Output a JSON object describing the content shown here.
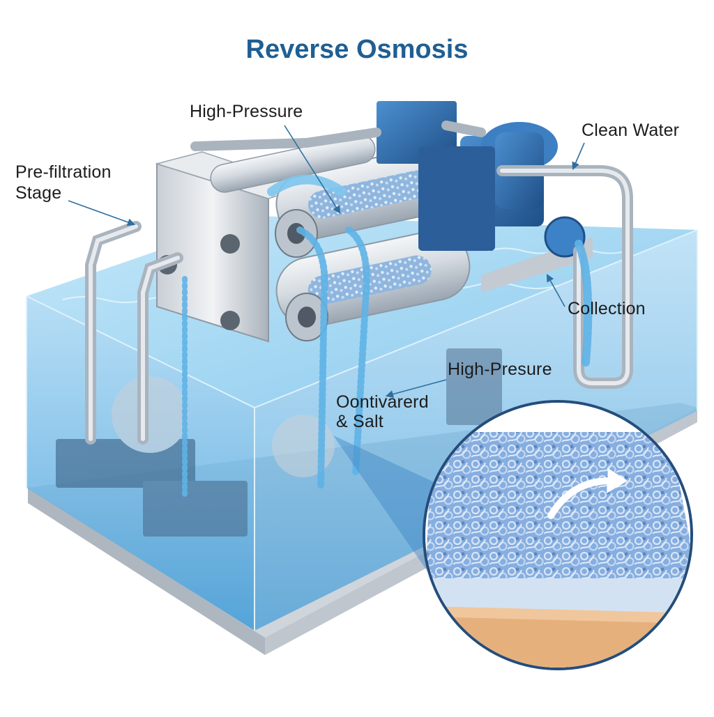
{
  "title": "Reverse Osmosis",
  "labels": {
    "high_pressure_top": "High-Pressure",
    "pre_filtration_line1": "Pre-filtration",
    "pre_filtration_line2": "Stage",
    "clean_water": "Clean Water",
    "collection": "Collection",
    "high_presure_mid": "High-Presure",
    "concentrated_line1": "Oontivarerd",
    "concentrated_line2": "& Salt"
  },
  "colors": {
    "title": "#1f5f93",
    "water": "#5fb3e6",
    "pump_blue": "#2f6fb0",
    "membrane": "#7aa6d6",
    "membrane_backing": "#e6b07c",
    "leader": "#2f6f9f"
  }
}
